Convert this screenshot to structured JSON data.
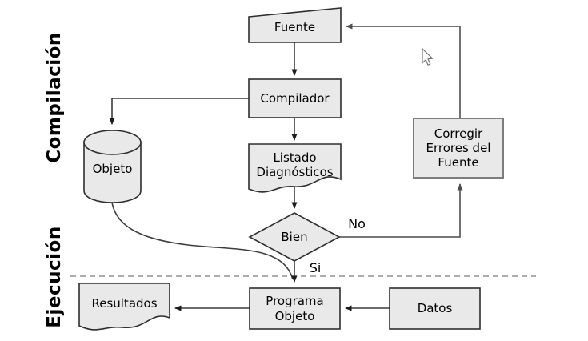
{
  "phases": {
    "compilacion": "Compilación",
    "ejecucion": "Ejecución"
  },
  "nodes": {
    "fuente": "Fuente",
    "compilador": "Compilador",
    "listado_diagnosticos": "Listado\nDiagnósticos",
    "objeto": "Objeto",
    "bien": "Bien",
    "corregir_errores": "Corregir\nErrores del\nFuente",
    "programa_objeto": "Programa\nObjeto",
    "datos": "Datos",
    "resultados": "Resultados"
  },
  "edge_labels": {
    "no": "No",
    "si": "Si"
  },
  "icons": {
    "cursor": "mouse-arrow-pointer"
  },
  "colors": {
    "background": "#ffffff",
    "shape_fill": "#e9e9e9",
    "shape_border": "#2e2e2e",
    "corregir_border": "#7d7d7d",
    "connector_dark": "#3c3c3c",
    "connector_gray": "#636363",
    "separator_dashed": "#909090",
    "text": "#000000"
  }
}
